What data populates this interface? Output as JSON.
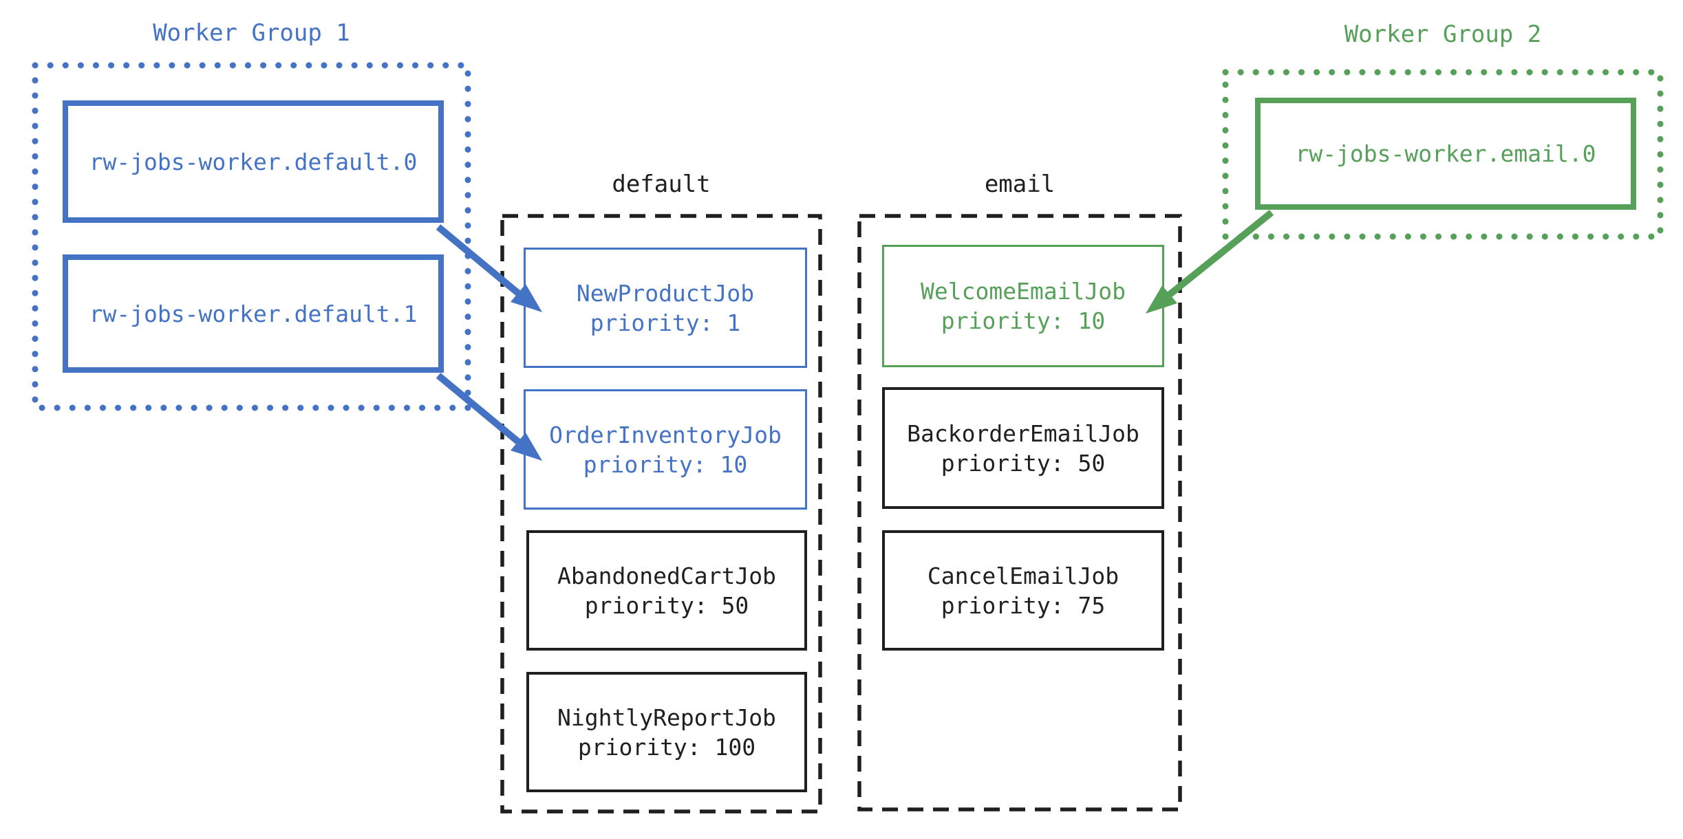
{
  "colors": {
    "blue": "#4472c4",
    "green": "#57a05a",
    "ink": "#1f1f1f",
    "bg": "#ffffff"
  },
  "worker_groups": [
    {
      "label": "Worker Group 1",
      "workers": [
        {
          "name": "rw-jobs-worker.default.0"
        },
        {
          "name": "rw-jobs-worker.default.1"
        }
      ]
    },
    {
      "label": "Worker Group 2",
      "workers": [
        {
          "name": "rw-jobs-worker.email.0"
        }
      ]
    }
  ],
  "queues": [
    {
      "label": "default",
      "jobs": [
        {
          "name": "NewProductJob",
          "priority_label": "priority: 1"
        },
        {
          "name": "OrderInventoryJob",
          "priority_label": "priority: 10"
        },
        {
          "name": "AbandonedCartJob",
          "priority_label": "priority: 50"
        },
        {
          "name": "NightlyReportJob",
          "priority_label": "priority: 100"
        }
      ]
    },
    {
      "label": "email",
      "jobs": [
        {
          "name": "WelcomeEmailJob",
          "priority_label": "priority: 10"
        },
        {
          "name": "BackorderEmailJob",
          "priority_label": "priority: 50"
        },
        {
          "name": "CancelEmailJob",
          "priority_label": "priority: 75"
        }
      ]
    }
  ]
}
